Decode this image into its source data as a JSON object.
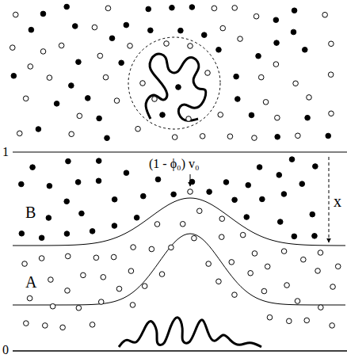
{
  "diagram": {
    "labels": [
      "1",
      "B",
      "A",
      "0",
      "(1 - ϕ₀) v₀",
      "x"
    ]
  }
}
